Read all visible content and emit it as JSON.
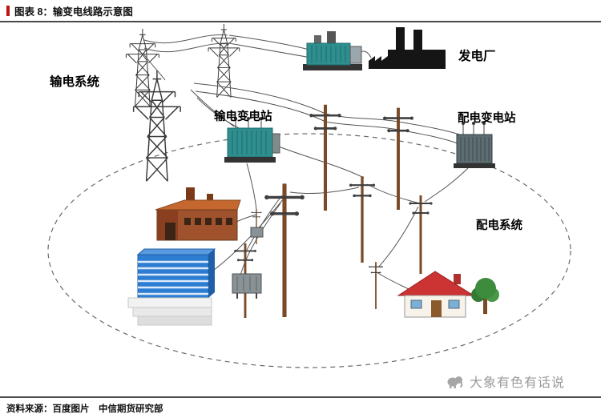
{
  "header": {
    "title": "图表 8：输变电线路示意图"
  },
  "footer": {
    "source": "资料来源：百度图片　中信期货研究部"
  },
  "diagram": {
    "labels": {
      "transmission_system": "输电系统",
      "power_plant": "发电厂",
      "transmission_substation": "输电变电站",
      "distribution_substation": "配电变电站",
      "distribution_system": "配电系统"
    },
    "watermark": "大象有色有话说"
  },
  "colors": {
    "accent": "#c01414",
    "rule": "#4a4a4a",
    "teal": "#2f8f8f",
    "teal_dark": "#1d6b6b",
    "steel": "#3a3a3a",
    "wire": "#555555",
    "pole_brown": "#7a4a26",
    "factory_wall": "#a0522d",
    "factory_roof": "#c4682f",
    "building_blue": "#2d7dd2",
    "roof_red": "#cc3333",
    "tree_green": "#3d8b3d",
    "silhouette": "#151515",
    "watermark_gray": "#9a9a9a"
  }
}
